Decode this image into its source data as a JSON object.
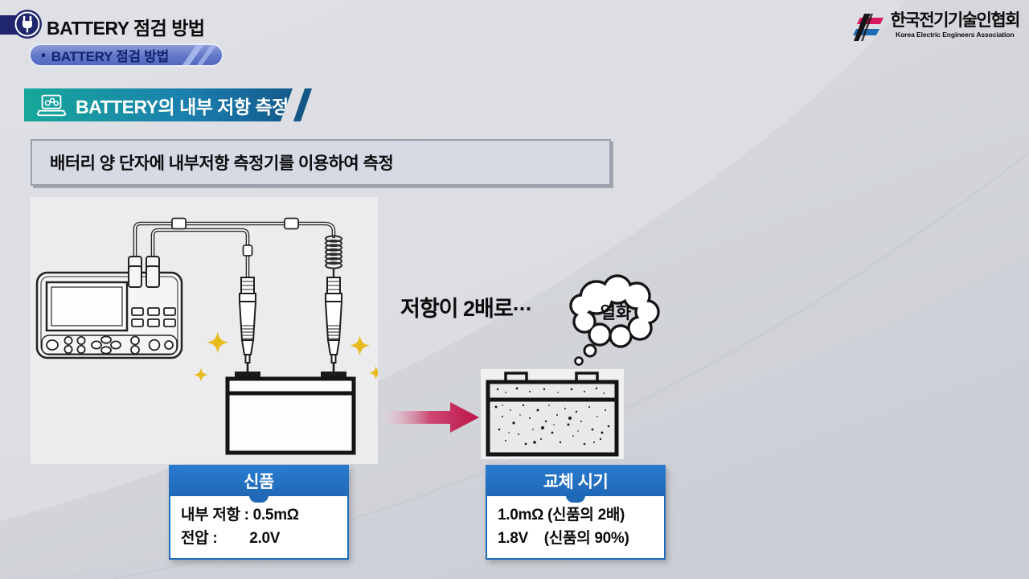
{
  "header": {
    "title": "BATTERY 점검 방법",
    "badge_bullet": "▪",
    "badge": "BATTERY 점검 방법"
  },
  "logo": {
    "title_ko": "한국전기기술인협회",
    "title_en": "Korea Electric Engineers Association"
  },
  "section": {
    "title": "BATTERY의 내부 저항 측정"
  },
  "callout": {
    "text": "배터리 양 단자에 내부저항 측정기를 이용하여 측정"
  },
  "annotation": {
    "resistance_text": "저항이 2배로···",
    "bubble_text": "열화"
  },
  "panels": {
    "new": {
      "title": "신품",
      "line1": "내부 저항 : 0.5mΩ",
      "line2": "전압 :        2.0V"
    },
    "replace": {
      "title": "교체 시기",
      "line1": "1.0mΩ (신품의 2배)",
      "line2": "1.8V    (신품의 90%)"
    }
  },
  "colors": {
    "banner_teal": "#16a79a",
    "banner_blue": "#135a8d",
    "table_header_blue": "#1f68b6",
    "arrow_crimson": "#bd1448",
    "sparkle_gold": "#e7bb1c",
    "badge_blue": "#6077c8",
    "badge_text_navy": "#15236d",
    "logo_magenta": "#d6185e",
    "logo_blue": "#1e6db4",
    "header_navy": "#20266e"
  }
}
